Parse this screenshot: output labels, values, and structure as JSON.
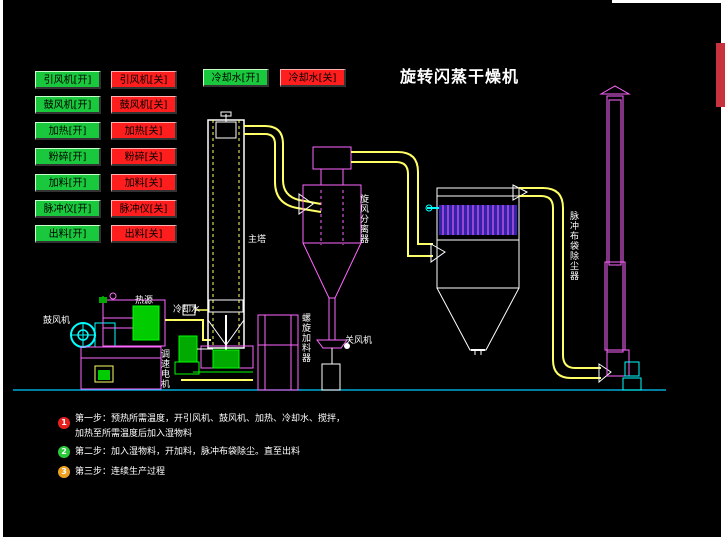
{
  "title": "旋转闪蒸干燥机",
  "controls": [
    {
      "on": "引风机[开]",
      "off": "引风机[关]"
    },
    {
      "on": "鼓风机[开]",
      "off": "鼓风机[关]"
    },
    {
      "on": "加热[开]",
      "off": "加热[关]"
    },
    {
      "on": "粉碎[开]",
      "off": "粉碎[关]"
    },
    {
      "on": "加料[开]",
      "off": "加料[关]"
    },
    {
      "on": "脉冲仪[开]",
      "off": "脉冲仪[关]"
    },
    {
      "on": "出料[开]",
      "off": "出料[关]"
    }
  ],
  "cooling": {
    "on": "冷却水[开]",
    "off": "冷却水[关]"
  },
  "labels": {
    "main_tower": "主塔",
    "cyclone": "旋风分离器",
    "bag_filter": "脉冲布袋除尘器",
    "blower": "鼓风机",
    "heat_source": "热源",
    "cooling_water": "冷却水",
    "speed_motor": "调速电机",
    "screw_feeder": "螺旋加料器",
    "air_lock": "关风机"
  },
  "steps": [
    {
      "num": "1",
      "text1": "第一步：预热所需温度，开引风机、鼓风机、加热、冷却水、搅拌，",
      "text2": "加热至所需温度后加入湿物料"
    },
    {
      "num": "2",
      "text1": "第二步：加入湿物料，开加料，脉冲布袋除尘。直至出料"
    },
    {
      "num": "3",
      "text1": "第三步：连续生产过程"
    }
  ],
  "colors": {
    "on": "#19c83c",
    "off": "#ff1e1e",
    "duct": "#ffff66",
    "vessel": "#ff66ff",
    "tower": "#ffffff",
    "bag": "#00ffff",
    "green": "#00ff00",
    "step1": "#e8201e",
    "step2": "#2ac83a",
    "step3": "#f0a020"
  }
}
